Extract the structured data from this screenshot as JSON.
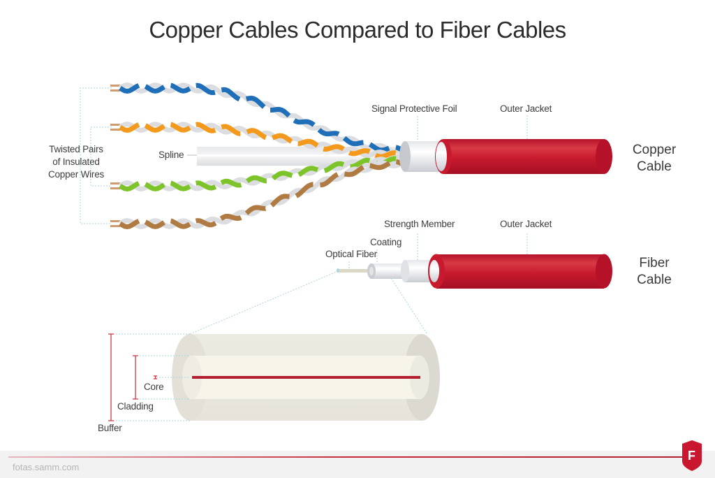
{
  "title": "Copper Cables Compared to Fiber Cables",
  "copper": {
    "name_line1": "Copper",
    "name_line2": "Cable",
    "labels": {
      "twisted_pairs_line1": "Twisted Pairs",
      "twisted_pairs_line2": "of Insulated",
      "twisted_pairs_line3": "Copper Wires",
      "spline": "Spline",
      "foil": "Signal Protective Foil",
      "jacket": "Outer Jacket"
    },
    "pair_colors": [
      "#1f6fb8",
      "#f39a1c",
      "#7dc42a",
      "#b07a43"
    ]
  },
  "fiber": {
    "name_line1": "Fiber",
    "name_line2": "Cable",
    "labels": {
      "strength": "Strength Member",
      "jacket": "Outer Jacket",
      "coating": "Coating",
      "optical": "Optical Fiber"
    }
  },
  "detail": {
    "core": "Core",
    "cladding": "Cladding",
    "buffer": "Buffer"
  },
  "colors": {
    "jacket_red": "#c8172e",
    "accent_red": "#b41e2e",
    "leader": "#a9d6dc"
  },
  "footer": {
    "url": "fotas.samm.com",
    "logo_letter": "F"
  }
}
